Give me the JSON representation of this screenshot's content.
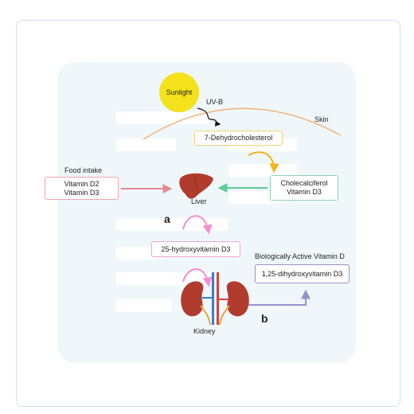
{
  "sun": {
    "label": "Sunlight"
  },
  "uvb": "UV-B",
  "skin": "Skin",
  "dehydro": "7-Dehydrocholesterol",
  "food": {
    "title": "Food intake",
    "line1": "Vitamin D2",
    "line2": "Vitamin D3"
  },
  "chole": {
    "line1": "Cholecalciferol",
    "line2": "Vitamin D3"
  },
  "liver": "Liver",
  "step_a": "a",
  "hydroxy": "25-hydroxyvitamin D3",
  "kidney": "Kidney",
  "step_b": "b",
  "active": {
    "title": "Biologically Active Vitamin D",
    "box": "1,25-dihydroxyvitamin D3"
  },
  "colors": {
    "food_border": "#f3a5b0",
    "food_arrow": "#e58a95",
    "chole_border": "#8fd3ae",
    "chole_arrow": "#5ccc9a",
    "dehydro_border": "#f2d27b",
    "dehydro_arrow": "#f3b21b",
    "hydroxy_border": "#f2a3d4",
    "hydroxy_arrow": "#f58fcf",
    "active_border": "#9b8fc9",
    "active_arrow": "#9a8fcd",
    "skin_arc": "#f0b27a",
    "sun": "#f4e21c",
    "organ": "#b13b2d"
  }
}
